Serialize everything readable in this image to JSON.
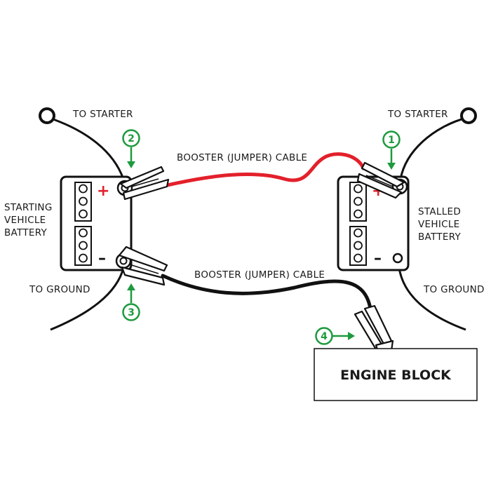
{
  "labels": {
    "to_starter_left": "TO STARTER",
    "to_starter_right": "TO STARTER",
    "to_ground_left": "TO GROUND",
    "to_ground_right": "TO GROUND",
    "starting_battery": [
      "STARTING",
      "VEHICLE",
      "BATTERY"
    ],
    "stalled_battery": [
      "STALLED",
      "VEHICLE",
      "BATTERY"
    ],
    "cable_top": "BOOSTER (JUMPER) CABLE",
    "cable_bottom": "BOOSTER (JUMPER) CABLE",
    "engine_block": "ENGINE BLOCK"
  },
  "terminals": {
    "positive_symbol": "+",
    "negative_symbol": "–"
  },
  "steps": [
    {
      "number": "1"
    },
    {
      "number": "2"
    },
    {
      "number": "3"
    },
    {
      "number": "4"
    }
  ],
  "colors": {
    "positive_cable": "#e3202b",
    "negative_cable": "#111111",
    "step_marker": "#1e9a3e",
    "positive_sign": "#e3202b"
  }
}
